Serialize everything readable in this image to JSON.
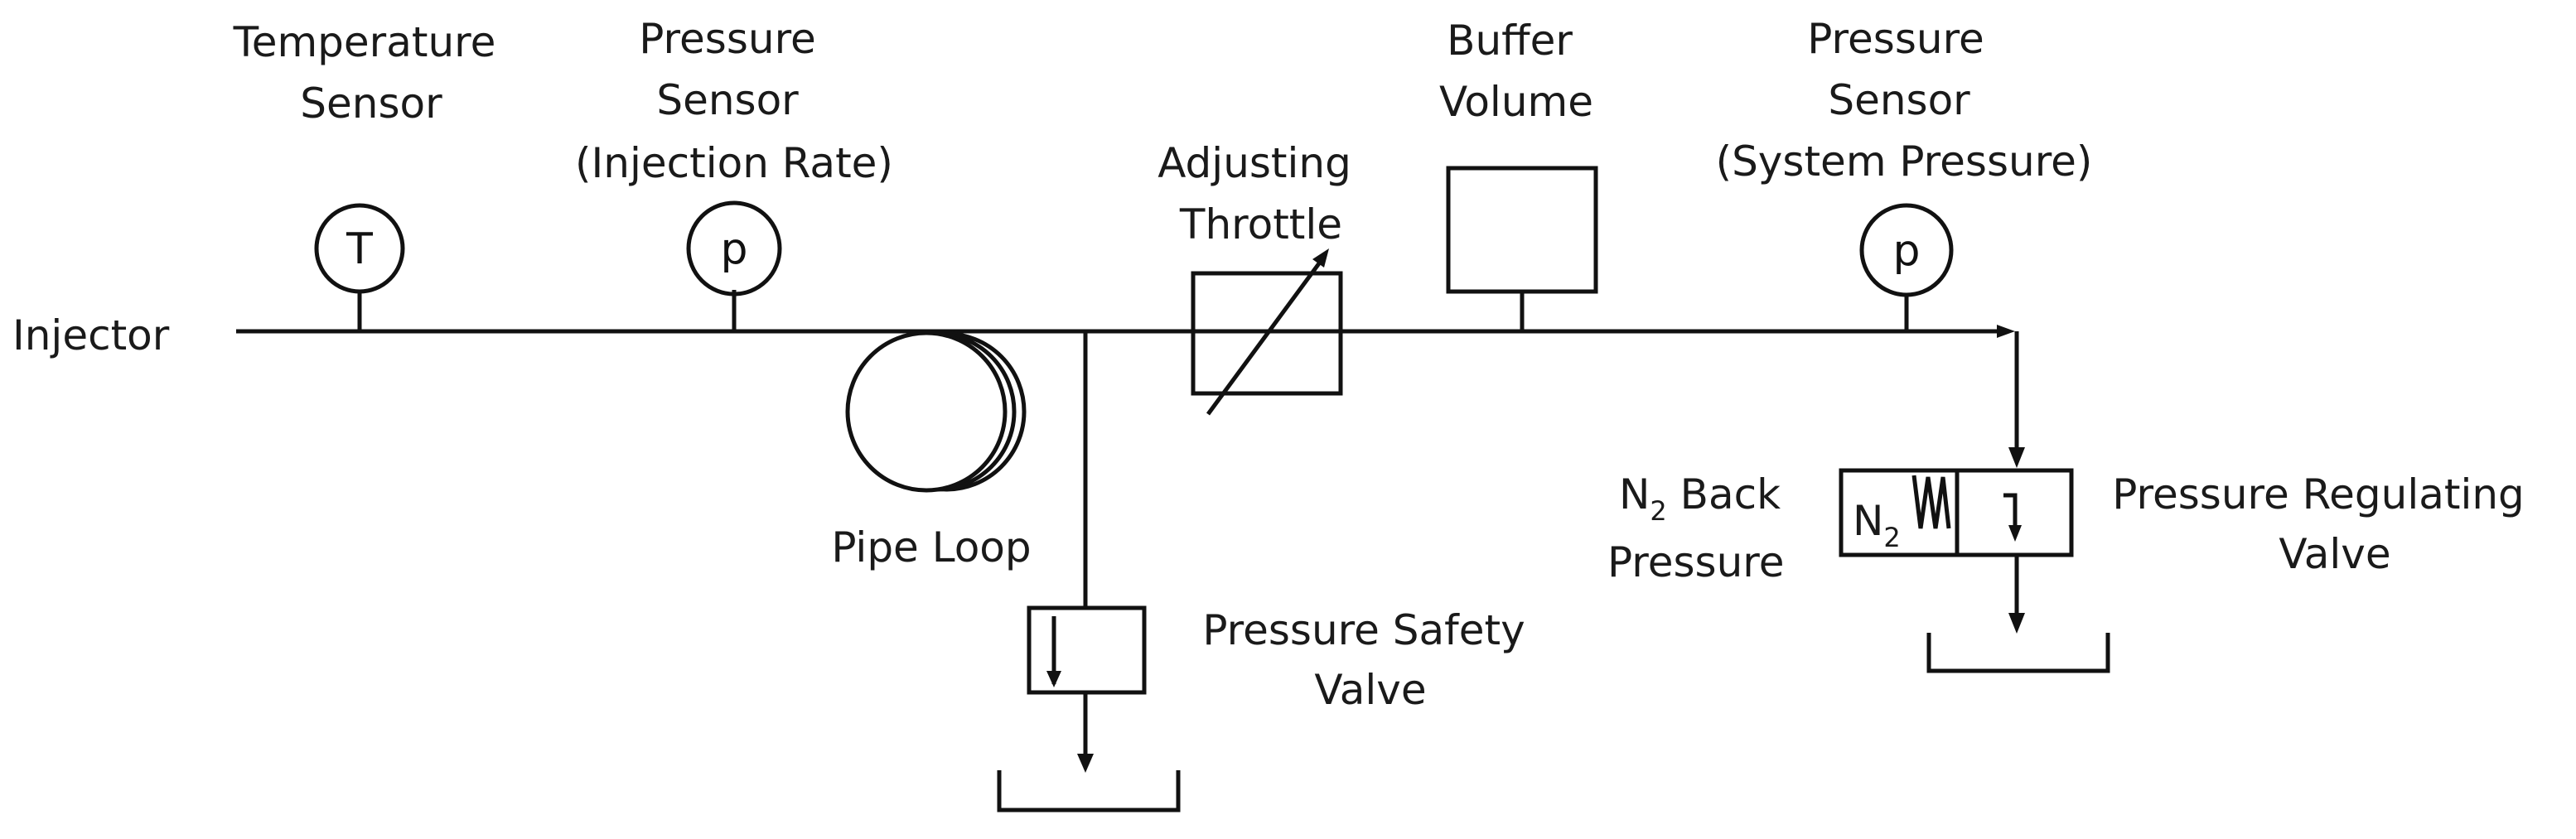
{
  "diagram": {
    "labels": {
      "injector": "Injector",
      "temperature_sensor": [
        "Temperature",
        "Sensor"
      ],
      "pressure_sensor_injection": [
        "Pressure",
        "Sensor",
        "(Injection Rate)"
      ],
      "adjusting_throttle": [
        "Adjusting",
        "Throttle"
      ],
      "buffer_volume": [
        "Buffer",
        "Volume"
      ],
      "pressure_sensor_system": [
        "Pressure",
        "Sensor",
        "(System Pressure)"
      ],
      "pipe_loop": "Pipe Loop",
      "pressure_safety_valve": [
        "Pressure Safety",
        "Valve"
      ],
      "n2_back_pressure": {
        "n": "N",
        "subscript": "2",
        "rest": " Back",
        "line2": "Pressure"
      },
      "pressure_regulating_valve": [
        "Pressure Regulating",
        "Valve"
      ]
    },
    "symbols": {
      "temperature_gauge": "T",
      "pressure_gauge_1": "p",
      "pressure_gauge_2": "p",
      "n2_spring_label": {
        "n": "N",
        "subscript": "2"
      }
    }
  }
}
